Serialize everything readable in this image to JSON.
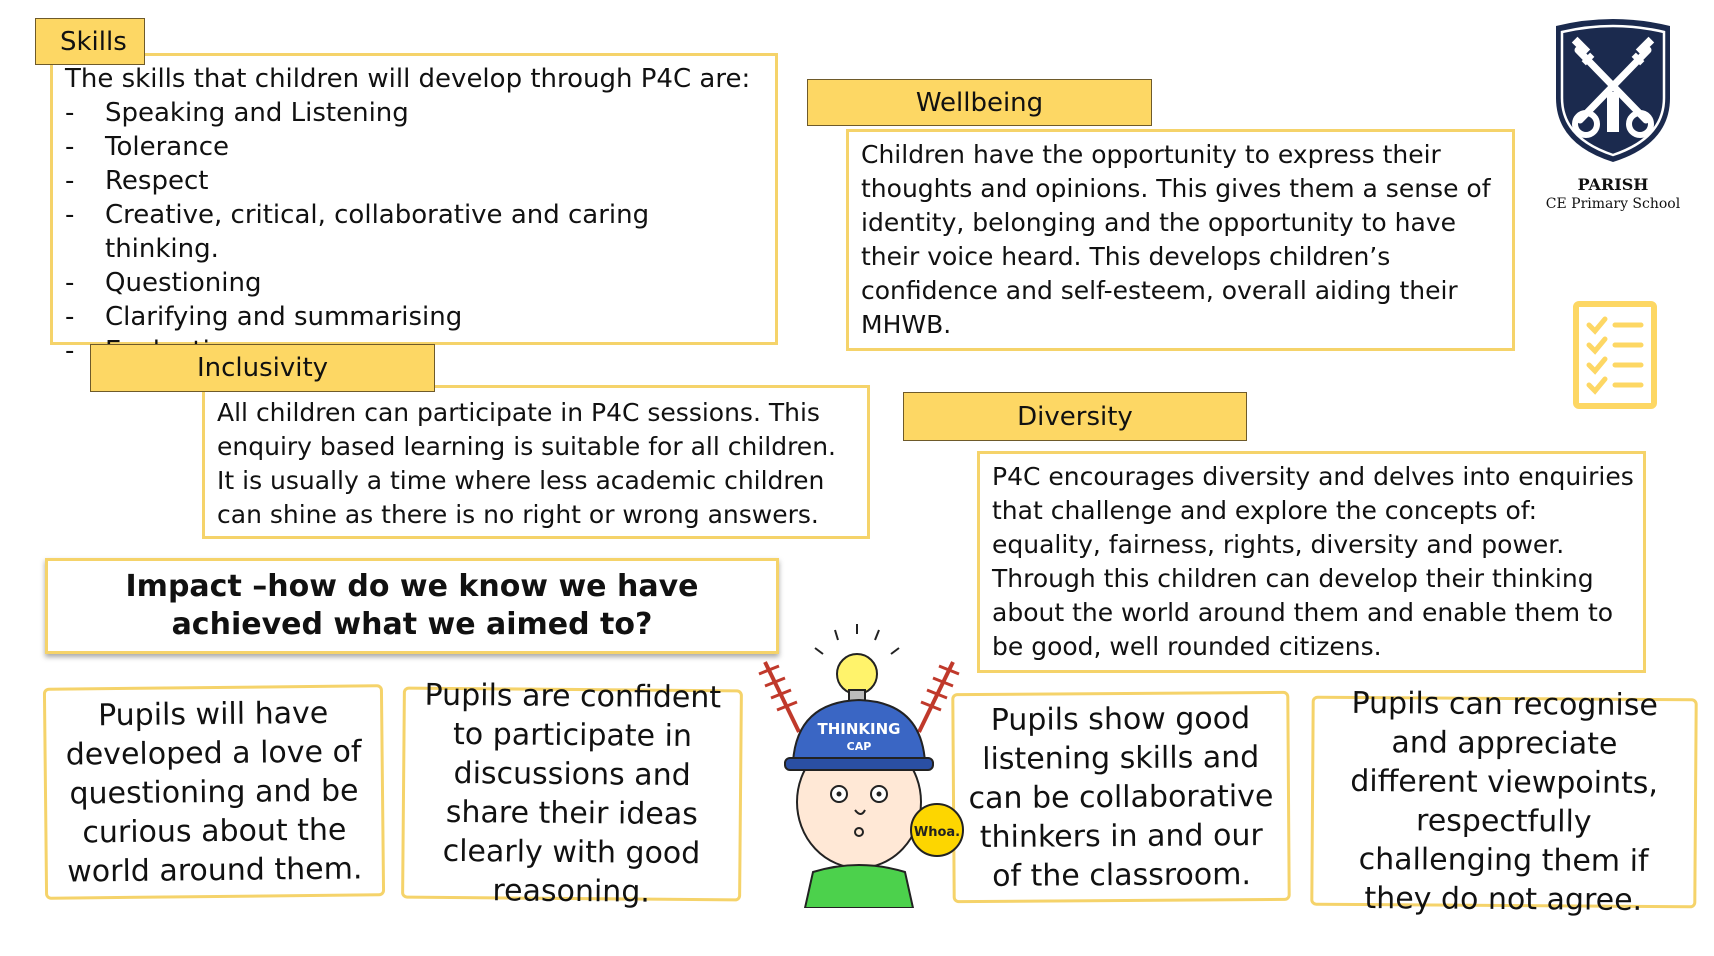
{
  "skills": {
    "label": "Skills",
    "intro": "The skills that children will develop through P4C are:",
    "items": [
      "Speaking and Listening",
      "Tolerance",
      "Respect",
      "Creative, critical, collaborative and caring thinking.",
      "Questioning",
      "Clarifying and summarising",
      "Evaluating"
    ],
    "bullet": "-"
  },
  "wellbeing": {
    "label": "Wellbeing",
    "text": "Children have the opportunity to express their thoughts and opinions. This gives them a sense of identity, belonging and the opportunity to have their voice heard. This develops children’s confidence and self-esteem, overall aiding their MHWB."
  },
  "inclusivity": {
    "label": "Inclusivity",
    "text": "All children can participate in P4C sessions. This enquiry based learning is suitable for all children. It is usually a time where less academic children can shine as there is no right or wrong answers."
  },
  "diversity": {
    "label": "Diversity",
    "text": "P4C encourages diversity and delves into enquiries that challenge and explore the concepts of: equality, fairness, rights, diversity and power. Through this children can develop their thinking about the world around them and enable them to be good, well rounded citizens."
  },
  "impact": {
    "heading": "Impact –how do we know we have achieved what we aimed to?"
  },
  "outcomes": [
    "Pupils will have developed a love of questioning and be curious about the world around them.",
    "Pupils are confident to participate in discussions and share their ideas clearly with good reasoning.",
    "Pupils show good listening skills and can be collaborative thinkers in and our of the classroom.",
    "Pupils can recognise and appreciate different viewpoints, respectfully challenging them if they do not agree."
  ],
  "school": {
    "name_line1": "PARISH",
    "name_line2": "CE Primary School"
  },
  "illustration": {
    "cap_text": "THINKING",
    "cap_text2": "CAP",
    "speech": "Whoa."
  },
  "colors": {
    "accent_yellow": "#fdd764",
    "border_yellow": "#f5d36a",
    "navy": "#1b2a4e"
  },
  "icons": [
    "shield-crossed-keys-icon",
    "checklist-icon"
  ]
}
